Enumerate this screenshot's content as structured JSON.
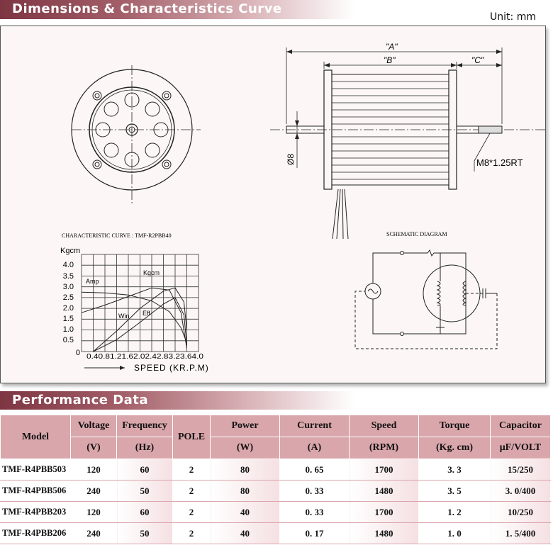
{
  "header": {
    "title": "Dimensions & Characteristics Curve",
    "unit": "Unit: mm"
  },
  "drawing": {
    "dim_a": "\"A\"",
    "dim_b": "\"B\"",
    "dim_c": "\"C\"",
    "shaft_diameter": "Ø8",
    "thread": "M8*1.25RT",
    "curve_caption": "CHARACTERISTIC CURVE : TMF-R2PBB40",
    "schematic_caption": "SCHEMATIC DIAGRAM"
  },
  "chart_data": {
    "type": "line",
    "ylabel": "Kgcm",
    "xlabel": "SPEED (KR.P.M)",
    "yticks": [
      "4.0",
      "3.5",
      "3.0",
      "2.5",
      "2.0",
      "1.5",
      "1.0",
      "0.5",
      "0"
    ],
    "xticks_text": "0.40.81.21.62.02.42.83.23.64.0",
    "series_labels": {
      "amp": "Amp",
      "kgcm": "Kgcm",
      "win": "Win",
      "eff": "Eff"
    },
    "ylim": [
      0,
      4.5
    ],
    "xlim": [
      0,
      4.0
    ],
    "series": [
      {
        "name": "Amp",
        "x": [
          0,
          0.8,
          1.6,
          2.4,
          3.0,
          3.4,
          3.6
        ],
        "y": [
          2.75,
          2.72,
          2.62,
          2.35,
          1.85,
          1.1,
          0.4
        ]
      },
      {
        "name": "Kgcm",
        "x": [
          0,
          0.8,
          1.6,
          2.4,
          3.0,
          3.4,
          3.6
        ],
        "y": [
          1.8,
          2.15,
          2.55,
          2.95,
          2.85,
          1.8,
          0.15
        ]
      },
      {
        "name": "Win",
        "x": [
          0.4,
          1.2,
          2.0,
          2.8,
          3.2,
          3.5,
          3.6
        ],
        "y": [
          0.0,
          0.55,
          1.35,
          2.2,
          2.5,
          1.7,
          0.3
        ]
      },
      {
        "name": "Eff",
        "x": [
          0.4,
          1.2,
          2.0,
          2.8,
          3.2,
          3.5,
          3.6
        ],
        "y": [
          0.0,
          0.95,
          2.0,
          2.8,
          2.95,
          2.3,
          1.0
        ]
      }
    ]
  },
  "performance": {
    "title": "Performance Data",
    "headers": {
      "model": "Model",
      "voltage": "Voltage",
      "voltage_unit": "(V)",
      "frequency": "Frequency",
      "frequency_unit": "(Hz)",
      "pole": "POLE",
      "power": "Power",
      "power_unit": "(W)",
      "current": "Current",
      "current_unit": "(A)",
      "speed": "Speed",
      "speed_unit": "(RPM)",
      "torque": "Torque",
      "torque_unit": "(Kg. cm)",
      "capacitor": "Capacitor",
      "capacitor_unit": "μF/VOLT"
    },
    "rows": [
      {
        "model": "TMF-R4PBB503",
        "voltage": "120",
        "frequency": "60",
        "pole": "2",
        "power": "80",
        "current": "0. 65",
        "speed": "1700",
        "torque": "3. 3",
        "capacitor": "15/250"
      },
      {
        "model": "TMF-R4PBB506",
        "voltage": "240",
        "frequency": "50",
        "pole": "2",
        "power": "80",
        "current": "0. 33",
        "speed": "1480",
        "torque": "3. 5",
        "capacitor": "3. 0/400"
      },
      {
        "model": "TMF-R4PBB203",
        "voltage": "120",
        "frequency": "60",
        "pole": "2",
        "power": "40",
        "current": "0. 33",
        "speed": "1700",
        "torque": "1. 2",
        "capacitor": "10/250"
      },
      {
        "model": "TMF-R4PBB206",
        "voltage": "240",
        "frequency": "50",
        "pole": "2",
        "power": "40",
        "current": "0. 17",
        "speed": "1480",
        "torque": "1. 0",
        "capacitor": "1. 5/400"
      }
    ]
  }
}
